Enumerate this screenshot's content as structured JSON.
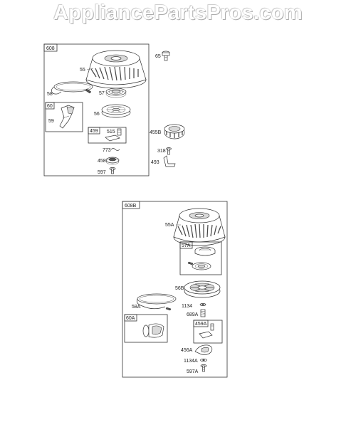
{
  "watermark": "AppliancePartsPros.com",
  "colors": {
    "line": "#333333",
    "background": "#ffffff",
    "shade": "#d9d9d9"
  },
  "assembly_1": {
    "frame_label": "608",
    "parts": {
      "p55": "55",
      "p58": "58",
      "p57": "57",
      "p60": "60",
      "p59": "59",
      "p56": "56",
      "p459": "459",
      "p515": "515",
      "p773": "773",
      "p458": "458",
      "p597": "597",
      "p65": "65",
      "p455b": "455B",
      "p318": "318",
      "p493": "493"
    }
  },
  "assembly_2": {
    "frame_label": "608B",
    "parts": {
      "p55a": "55A",
      "p57a": "57A",
      "p56b": "56B",
      "p58a": "58A",
      "p1134": "1134",
      "p689a": "689A",
      "p60a": "60A",
      "p459a": "459A",
      "p456a": "456A",
      "p1134a": "1134A",
      "p597a": "597A"
    }
  }
}
